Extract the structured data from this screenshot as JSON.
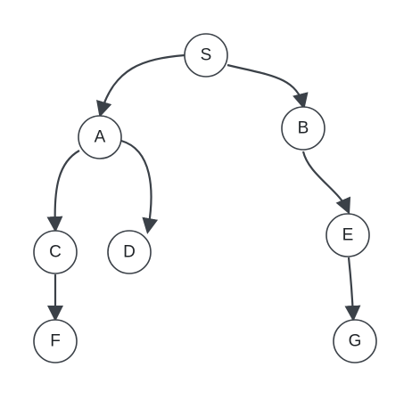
{
  "diagram": {
    "type": "tree",
    "colors": {
      "stroke": "#3b4148",
      "node_fill": "#ffffff",
      "text": "#1f2327",
      "background": "#ffffff"
    },
    "nodes": [
      {
        "id": "S",
        "label": "S"
      },
      {
        "id": "A",
        "label": "A"
      },
      {
        "id": "B",
        "label": "B"
      },
      {
        "id": "C",
        "label": "C"
      },
      {
        "id": "D",
        "label": "D"
      },
      {
        "id": "E",
        "label": "E"
      },
      {
        "id": "F",
        "label": "F"
      },
      {
        "id": "G",
        "label": "G"
      }
    ],
    "edges": [
      {
        "from": "S",
        "to": "A"
      },
      {
        "from": "S",
        "to": "B"
      },
      {
        "from": "A",
        "to": "C"
      },
      {
        "from": "A",
        "to": "D"
      },
      {
        "from": "B",
        "to": "E"
      },
      {
        "from": "C",
        "to": "F"
      },
      {
        "from": "E",
        "to": "G"
      }
    ]
  }
}
